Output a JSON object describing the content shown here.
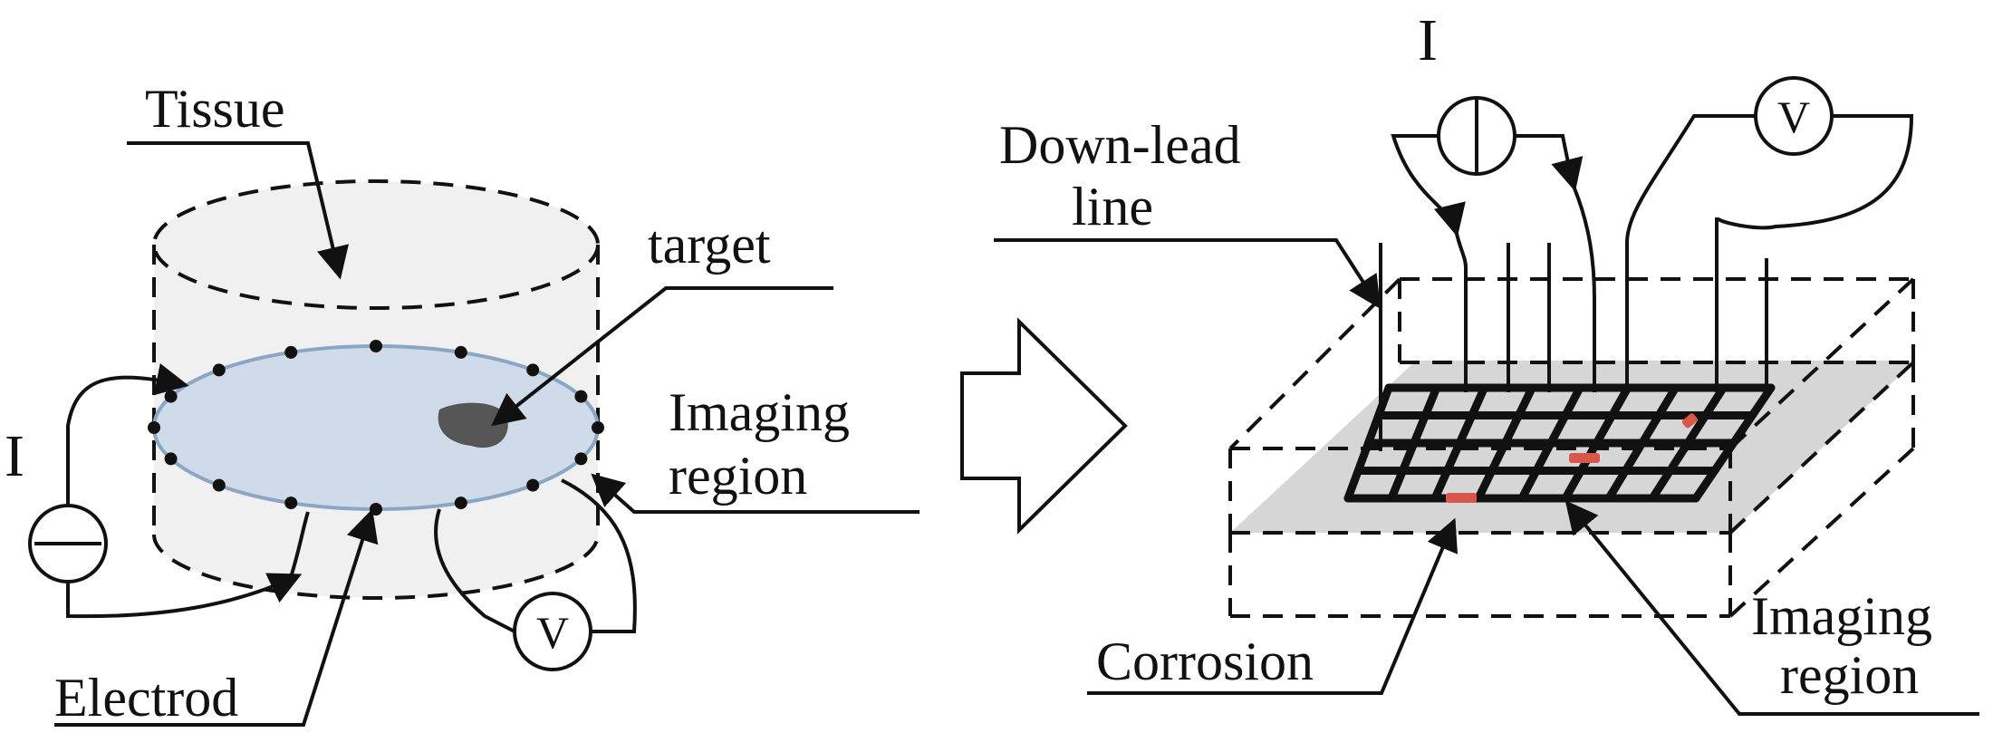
{
  "left": {
    "tissue_label": "Tissue",
    "target_label": "target",
    "imaging_region_label": [
      "Imaging",
      "region"
    ],
    "current_symbol": "I",
    "electrode_label": "Electrod",
    "voltmeter_symbol": "V"
  },
  "right": {
    "current_symbol": "I",
    "voltmeter_symbol": "V",
    "down_lead_label": [
      "Down-lead",
      "line"
    ],
    "corrosion_label": "Corrosion",
    "imaging_region_label": [
      "Imaging",
      "region"
    ]
  },
  "colors": {
    "tissue_fill": "#f0f0f0",
    "imaging_plane": "#cfdbe8",
    "imaging_plane_edge": "#8aa6c4",
    "target": "#555555",
    "grid_plane": "#d6d6d6",
    "corrosion": "#d9574a"
  }
}
